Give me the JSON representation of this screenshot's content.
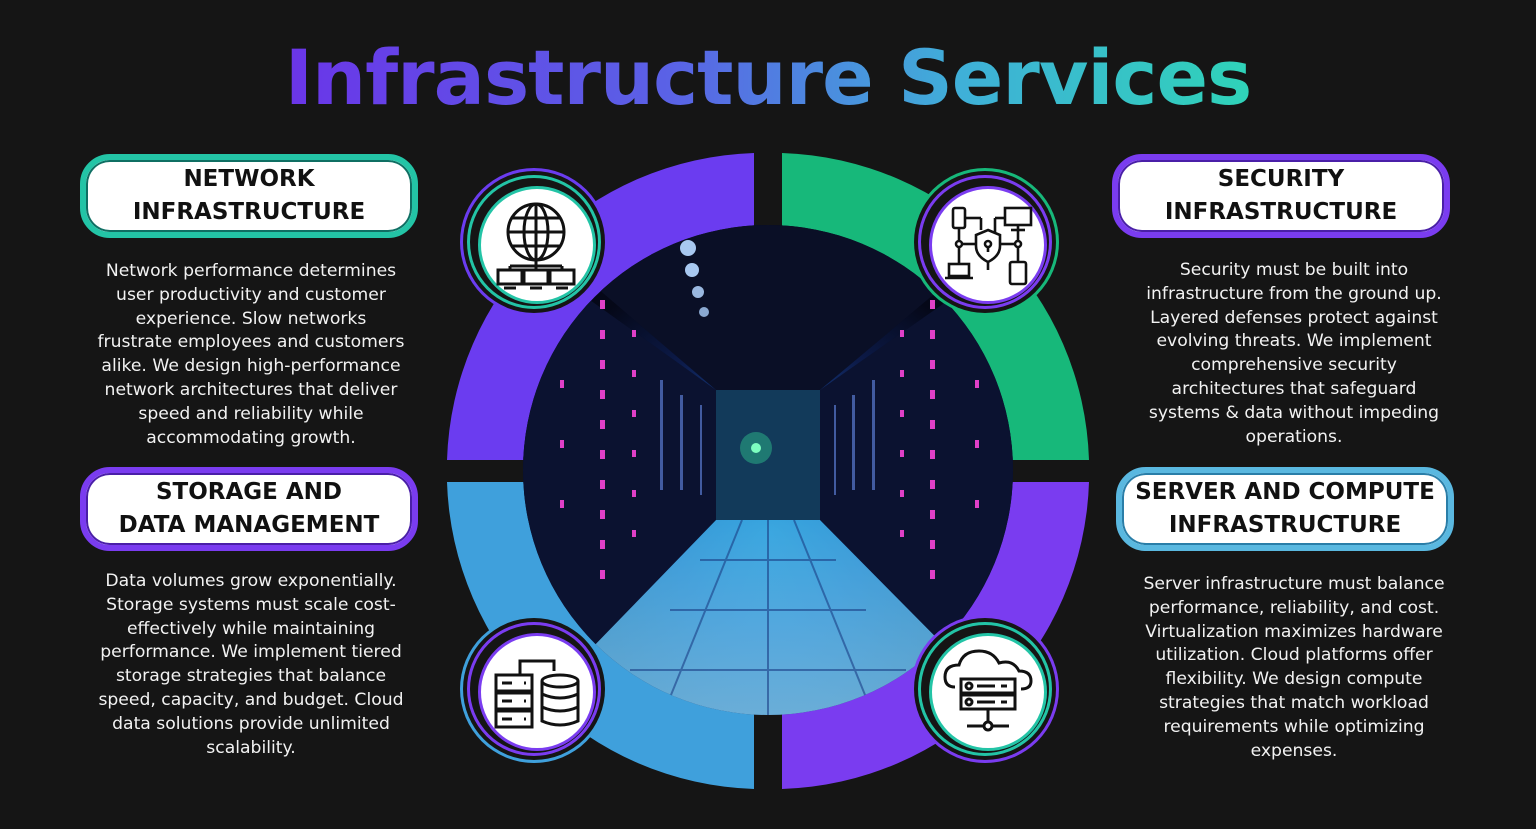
{
  "title": {
    "line": "Infrastructure Services"
  },
  "sections": {
    "network": {
      "title_lines": [
        "NETWORK",
        "INFRASTRUCTURE"
      ],
      "desc_lines": [
        "Network performance determines",
        "user productivity and customer",
        "experience. Slow networks",
        "frustrate employees and customers",
        "alike. We design high-performance",
        "network architectures that deliver",
        "speed and reliability while",
        "accommodating growth."
      ],
      "color": "#23c4a6",
      "icon": "globe-network-icon"
    },
    "security": {
      "title_lines": [
        "SECURITY",
        "INFRASTRUCTURE"
      ],
      "desc_lines": [
        "Security must be built into",
        "infrastructure from the ground up.",
        "Layered defenses protect against",
        "evolving threats. We implement",
        "comprehensive security",
        "architectures that safeguard",
        "systems & data without impeding",
        "operations."
      ],
      "color": "#7a3cf0",
      "icon": "security-network-icon"
    },
    "storage": {
      "title_lines": [
        "STORAGE AND",
        "DATA MANAGEMENT"
      ],
      "desc_lines": [
        "Data volumes grow exponentially.",
        "Storage systems must scale cost-",
        "effectively while maintaining",
        "performance. We implement tiered",
        "storage strategies that balance",
        "speed, capacity, and budget. Cloud",
        "data solutions provide unlimited",
        "scalability."
      ],
      "color": "#7a3cf0",
      "icon": "database-server-icon"
    },
    "server": {
      "title_lines": [
        "SERVER AND COMPUTE",
        "INFRASTRUCTURE"
      ],
      "desc_lines": [
        "Server infrastructure must balance",
        "performance, reliability, and cost.",
        "Virtualization maximizes hardware",
        "utilization. Cloud platforms offer",
        "flexibility. We design compute",
        "strategies that match workload",
        "requirements while optimizing",
        "expenses."
      ],
      "color": "#5ab8e0",
      "icon": "cloud-server-icon"
    }
  },
  "ring_colors": {
    "top_left": "#6b3cf0",
    "top_right": "#17b87a",
    "bottom_left": "#3fa0dc",
    "bottom_right": "#7a3cf0"
  }
}
